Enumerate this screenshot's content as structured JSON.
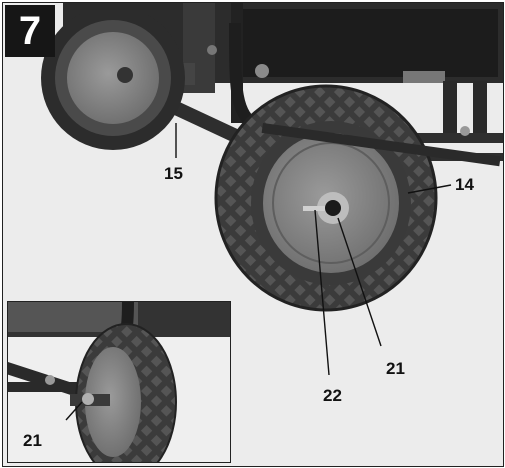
{
  "figure": {
    "number": "7",
    "callouts": {
      "c15": "15",
      "c14": "14",
      "c21_main": "21",
      "c22": "22",
      "c21_inset": "21"
    }
  }
}
